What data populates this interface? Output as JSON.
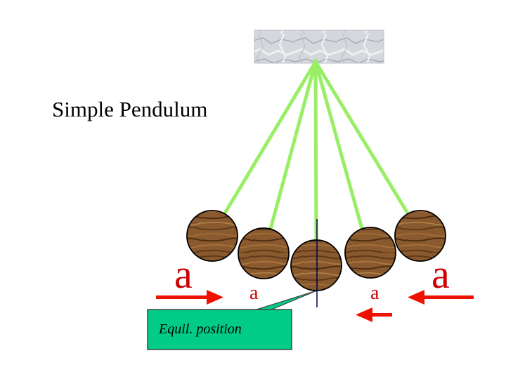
{
  "title": "Simple Pendulum",
  "labels": {
    "left_amplitude": "a",
    "left_inner": "a",
    "right_inner": "a",
    "right_amplitude": "a"
  },
  "callout": {
    "text": "Equil. position"
  },
  "colors": {
    "string": "#99ee66",
    "arrow": "#ee1100",
    "label": "#cc0000",
    "callout_fill": "#00cc88",
    "callout_border": "#444444",
    "equilibrium_line": "#000044",
    "bob": "#8a5a2e",
    "support": "#c8ccd0"
  }
}
